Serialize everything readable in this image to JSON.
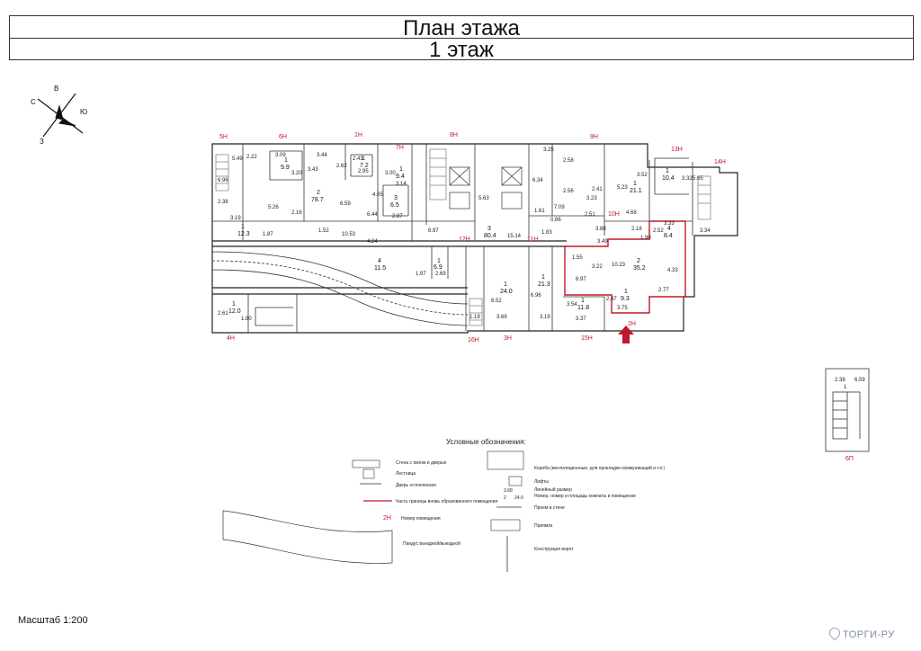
{
  "title": {
    "line1": "План этажа",
    "line2": "1 этаж"
  },
  "scale": "Масштаб 1:200",
  "watermark": "ТОРГИ-РУ",
  "compass": [
    "С",
    "В",
    "Ю",
    "З"
  ],
  "premises_labels": [
    "5Н",
    "6Н",
    "1Н",
    "7Н",
    "8Н",
    "9Н",
    "13Н",
    "14Н",
    "10Н",
    "12Н",
    "11Н",
    "4Н",
    "16Н",
    "3Н",
    "15Н",
    "2Н",
    "6П"
  ],
  "rooms": [
    {
      "num": "1",
      "area": "9.9"
    },
    {
      "num": "1",
      "area": "7.2"
    },
    {
      "num": "1",
      "area": "9.4"
    },
    {
      "num": "2",
      "area": "78.7"
    },
    {
      "num": "3",
      "area": "6.5"
    },
    {
      "num": "1",
      "area": "12.3"
    },
    {
      "num": "4",
      "area": "11.5"
    },
    {
      "num": "1",
      "area": "6.9"
    },
    {
      "num": "1",
      "area": "24.0"
    },
    {
      "num": "1",
      "area": "21.3"
    },
    {
      "num": "1",
      "area": "11.8"
    },
    {
      "num": "1",
      "area": "21.1"
    },
    {
      "num": "1",
      "area": "10.4"
    },
    {
      "num": "1",
      "area": "9.3"
    },
    {
      "num": "2",
      "area": "35.2"
    },
    {
      "num": "4",
      "area": "8.4"
    },
    {
      "num": "3",
      "area": "80.4"
    },
    {
      "num": "1",
      "area": "12.0"
    }
  ],
  "dimensions": [
    "3.09",
    "3.44",
    "2.22",
    "3.20",
    "3.43",
    "2.62",
    "2.95",
    "2.43",
    "3.00",
    "3.14",
    "5.49",
    "6.96",
    "2.38",
    "5.26",
    "2.16",
    "6.59",
    "4.05",
    "6.44",
    "2.87",
    "3.19",
    "1.87",
    "1.52",
    "10.53",
    "4.24",
    "6.97",
    "15.14",
    "1.83",
    "0.86",
    "5.63",
    "6.34",
    "3.25",
    "2.58",
    "2.56",
    "2.41",
    "3.23",
    "7.09",
    "1.61",
    "5.23",
    "3.52",
    "3.32",
    "5.65",
    "4.68",
    "2.51",
    "3.88",
    "3.49",
    "2.18",
    "3.33",
    "2.52",
    "1.90",
    "1.55",
    "3.22",
    "10.23",
    "4.33",
    "6.97",
    "2.47",
    "2.77",
    "3.75",
    "3.54",
    "3.37",
    "6.52",
    "6.96",
    "3.68",
    "3.19",
    "1.19",
    "2.69",
    "1.97",
    "2.61",
    "1.80",
    "3.34",
    "2.38",
    "6.59"
  ],
  "legend": {
    "title": "Условные обозначения:",
    "items": [
      "Стена с окном и дверью",
      "Лестница",
      "Дверь остекленная",
      "Часть границы вновь образованного помещения",
      "Номер помещения",
      "Пандус въездной/выездной",
      "Короба (вентиляционные, для прокладки коммуникаций и т.п.)",
      "Лифты",
      "Линейный размер",
      "Номер, номер и площадь комнаты в помещении",
      "Проем в стене",
      "Приямок",
      "Конструкция ворот"
    ],
    "sample_dim": "3.68",
    "sample_room": "2",
    "sample_area": "24.0",
    "sample_premise": "2Н"
  },
  "colors": {
    "highlight": "#c0182a",
    "line": "#222222"
  }
}
